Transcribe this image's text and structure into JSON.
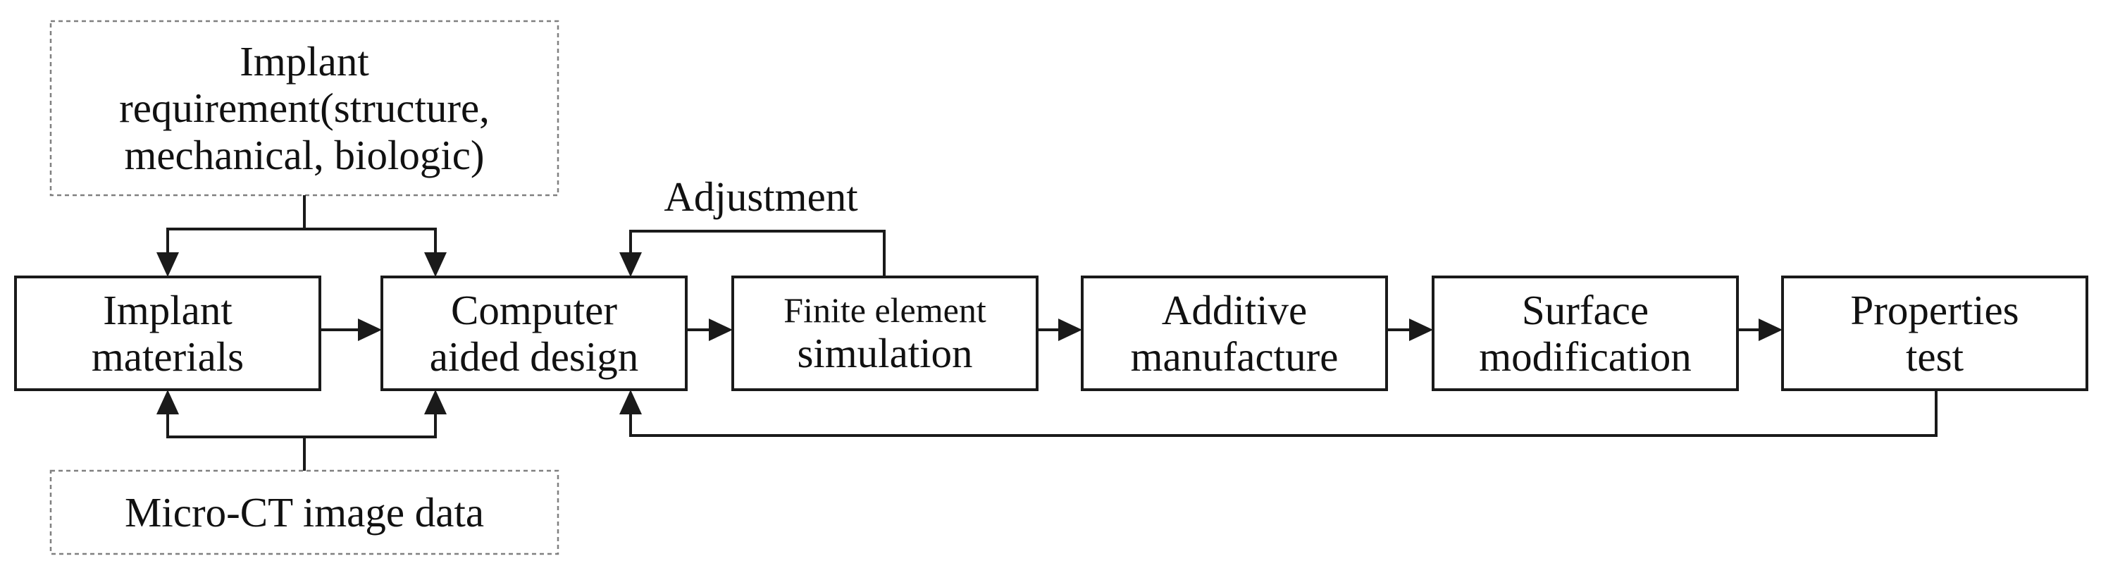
{
  "diagram": {
    "requirement_lines": [
      "Implant",
      "requirement(structure,",
      "mechanical, biologic)"
    ],
    "micro_ct": "Micro-CT image data",
    "adjustment": "Adjustment",
    "boxes": [
      {
        "lines": [
          "Implant",
          "materials"
        ]
      },
      {
        "lines": [
          "Computer",
          "aided design"
        ]
      },
      {
        "lines": [
          "Finite element",
          "simulation"
        ]
      },
      {
        "lines": [
          "Additive",
          "manufacture"
        ]
      },
      {
        "lines": [
          "Surface",
          "modification"
        ]
      },
      {
        "lines": [
          "Properties",
          "test"
        ]
      }
    ],
    "colors": {
      "stroke": "#1a1a1a",
      "dash": "#808080",
      "text": "#111111"
    }
  }
}
